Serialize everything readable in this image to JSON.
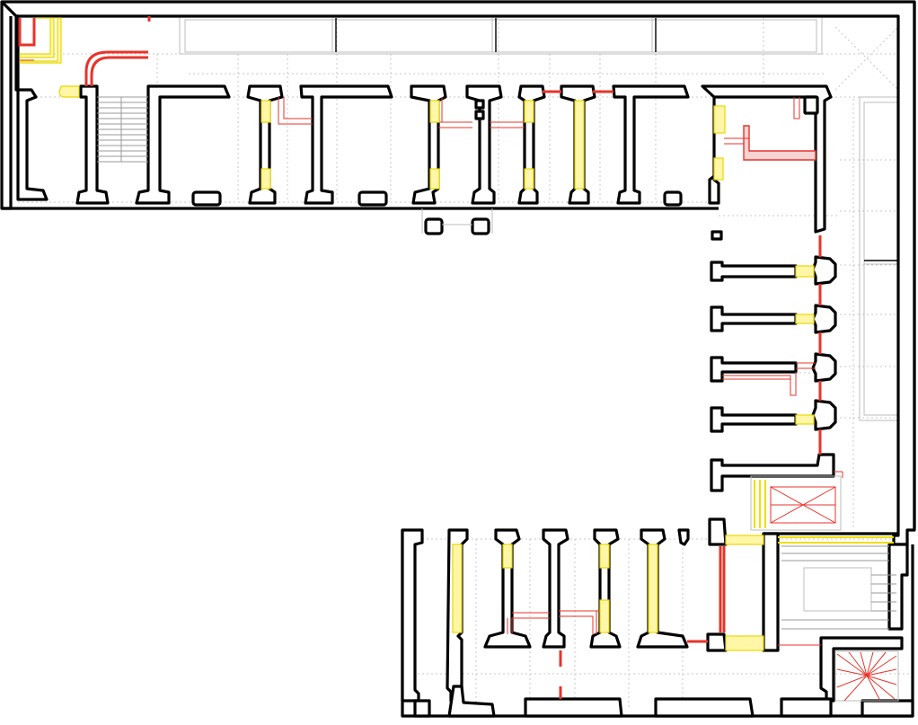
{
  "view": "floor-plan",
  "legend": {
    "existing_walls": "#000000",
    "new_partitions": "#e8332a",
    "removed_openings": "#e8d800",
    "hidden_lines": "#c8c8c8"
  },
  "wings": [
    "north-wing",
    "east-wing",
    "south-wing"
  ],
  "stairs": [
    "north-west-stair",
    "east-stair",
    "south-east-stair",
    "spiral-stair"
  ]
}
